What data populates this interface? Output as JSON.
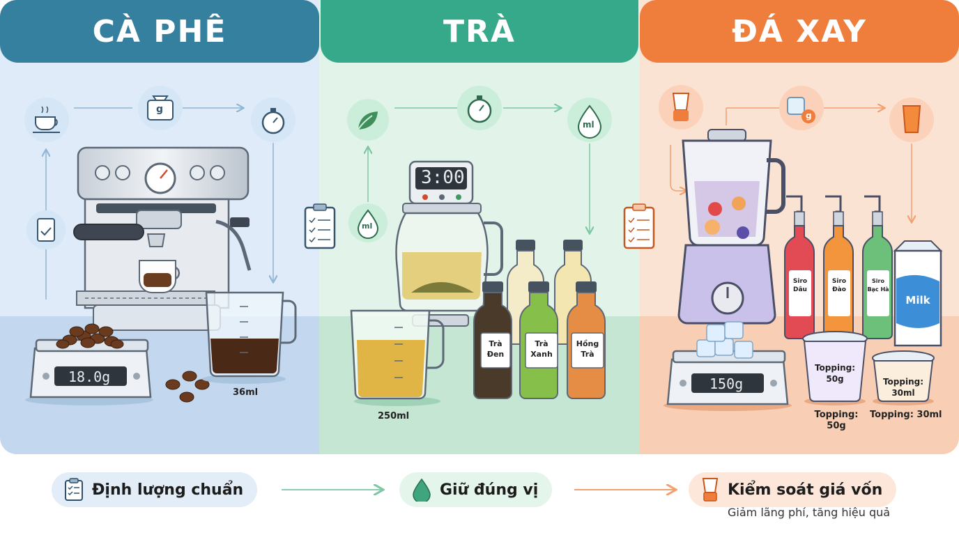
{
  "sections": {
    "coffee": {
      "title": "CÀ PHÊ",
      "scale_reading": "18.0g",
      "shot_volume": "36ml",
      "weigh_icon_text": "g"
    },
    "tea": {
      "title": "TRÀ",
      "timer_reading": "3:00",
      "brew_volume": "250ml",
      "drop_icon_text": "ml",
      "bottles": [
        {
          "label_line1": "Trà",
          "label_line2": "Đen"
        },
        {
          "label_line1": "Trà",
          "label_line2": "Xanh"
        },
        {
          "label_line1": "Hồng",
          "label_line2": "Trà"
        }
      ]
    },
    "blend": {
      "title": "ĐÁ XAY",
      "scale_reading": "150g",
      "weigh_icon_text": "g",
      "milk_label": "Milk",
      "syrups": [
        {
          "label_line1": "Siro",
          "label_line2": "Dâu"
        },
        {
          "label_line1": "Siro",
          "label_line2": "Đào"
        },
        {
          "label_line1": "Siro",
          "label_line2": "Bạc Hà"
        }
      ],
      "topping_cup_large": {
        "line1": "Topping:",
        "line2": "50g"
      },
      "topping_cup_small": {
        "line1": "Topping:",
        "line2": "30ml"
      },
      "caption_large": {
        "line1": "Topping:",
        "line2": "50g"
      },
      "caption_small": "Topping: 30ml"
    }
  },
  "footer": {
    "items": [
      {
        "label": "Định lượng chuẩn",
        "icon": "clipboard-icon"
      },
      {
        "label": "Giữ đúng vị",
        "icon": "drop-icon"
      },
      {
        "label": "Kiểm soát giá vốn",
        "icon": "blender-icon"
      }
    ],
    "subtitle": "Giảm lãng phí, tăng hiệu quả"
  },
  "colors": {
    "coffee_header": "#357f9f",
    "tea_header": "#36a98a",
    "blend_header": "#ef7e3c"
  }
}
